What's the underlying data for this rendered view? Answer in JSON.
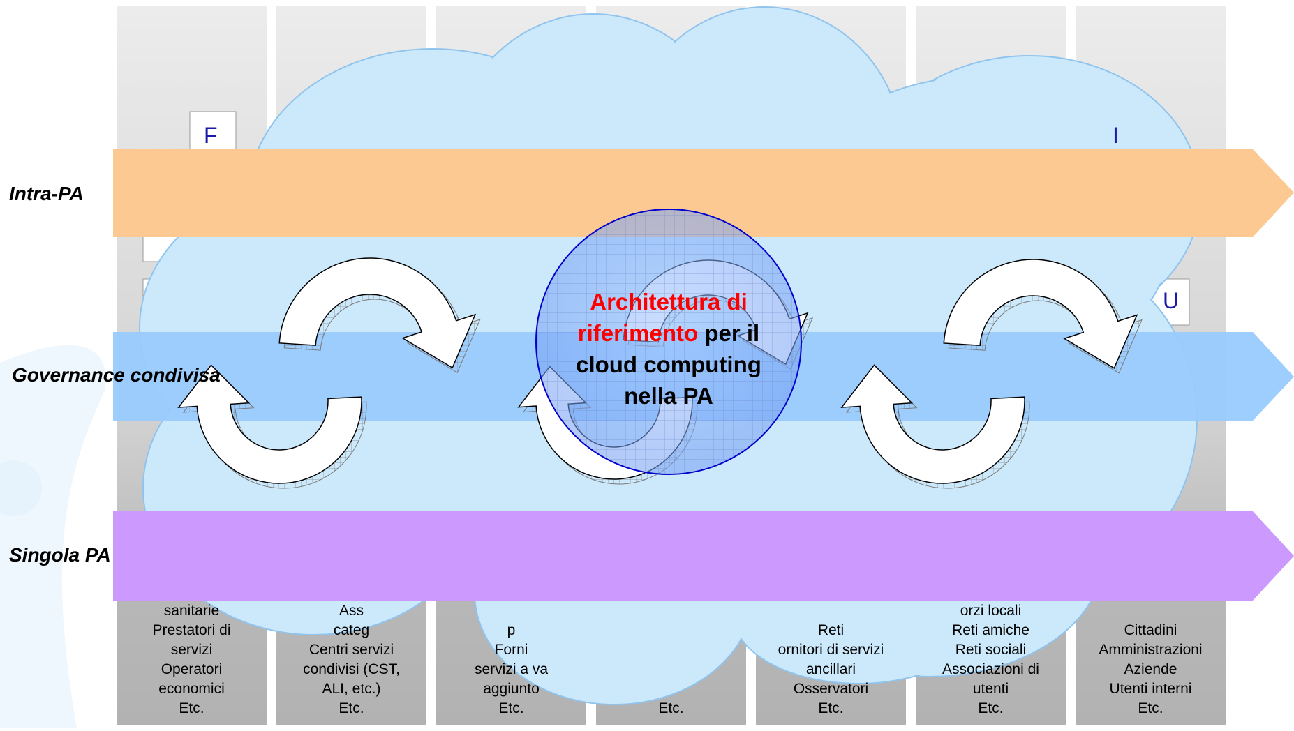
{
  "bands": [
    {
      "label": "Intra-PA",
      "color": "#fdc993"
    },
    {
      "label": "Governance condivisa",
      "color": "#99cbfd"
    },
    {
      "label": "Singola PA",
      "color": "#cc99ff"
    }
  ],
  "center_title": {
    "red_part": "Architettura di riferimento",
    "black_part": "per il cloud computing nella PA",
    "red_color": "#ff0000"
  },
  "fragments": [
    "F",
    "I",
    "U"
  ],
  "column_texts": [
    "sanitarie\nPrestatori di\nservizi\nOperatori\neconomici\nEtc.",
    "Ass\ncateg\nCentri servizi\ncondivisi (CST,\nALI, etc.)\nEtc.",
    "p\nForni\nservizi a va\naggiunto\nEtc.",
    "Etc.",
    "Reti\nornitori di servizi\nancillari\nOsservatori\nEtc.",
    "orzi locali\nReti amiche\nReti sociali\nAssociazioni di\nutenti\nEtc.",
    "Cittadini\nAmministrazioni\nAziende\nUtenti interni\nEtc."
  ],
  "colors": {
    "column_top": "#ececec",
    "column_bottom": "#b2b2b2",
    "cloud_fill": "#cce9fb",
    "cloud_stroke": "#8fc4ee",
    "globe_stroke": "#0000cc"
  }
}
